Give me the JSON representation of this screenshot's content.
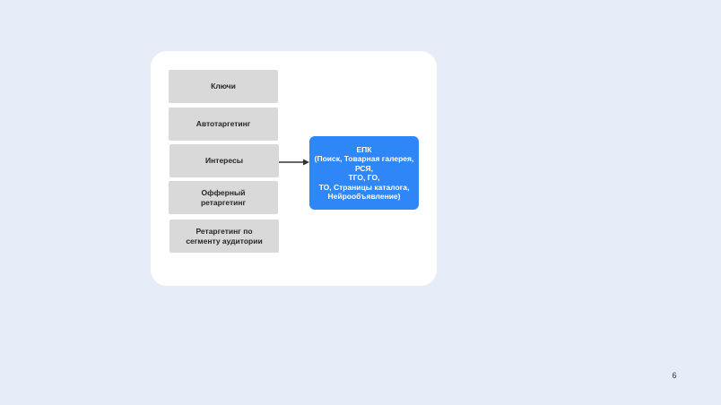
{
  "diagram": {
    "sources": [
      {
        "label": "Ключи"
      },
      {
        "label": "Автотаргетинг"
      },
      {
        "label": "Интересы"
      },
      {
        "label": "Офферный\nретаргетинг"
      },
      {
        "label": "Ретаргетинг по\nсегменту аудитории"
      }
    ],
    "target": {
      "label": "ЕПК\n(Поиск, Товарная галерея,\nРСЯ,\nТГО, ГО,\nТО, Страницы каталога,\nНейрообъявление)"
    }
  },
  "footer": {
    "page_number": "6"
  },
  "colors": {
    "background": "#e6ecf8",
    "card": "#ffffff",
    "source_box": "#d9d9d9",
    "target_box": "#2e86f7",
    "arrow": "#333333"
  }
}
